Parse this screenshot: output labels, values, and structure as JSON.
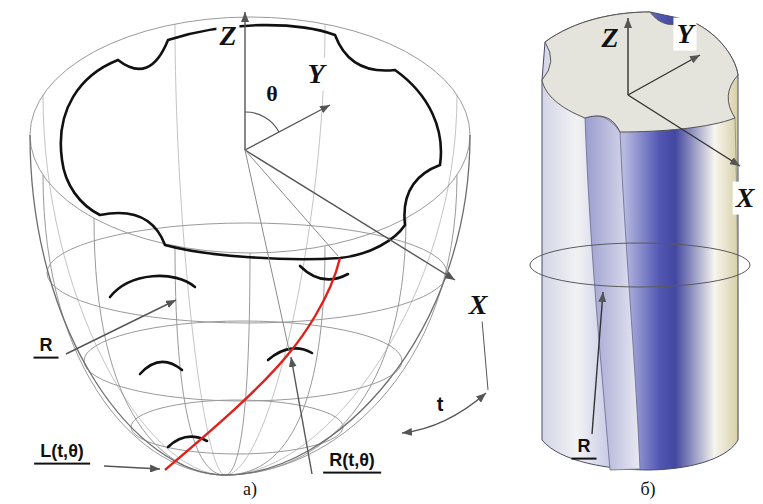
{
  "diagram": {
    "labels": [
      "Z",
      "Y",
      "θ",
      "X",
      "R",
      "t",
      "L(t,θ)",
      "R(t,θ)",
      "а)",
      "Z",
      "Y",
      "X",
      "R",
      "б)"
    ]
  }
}
